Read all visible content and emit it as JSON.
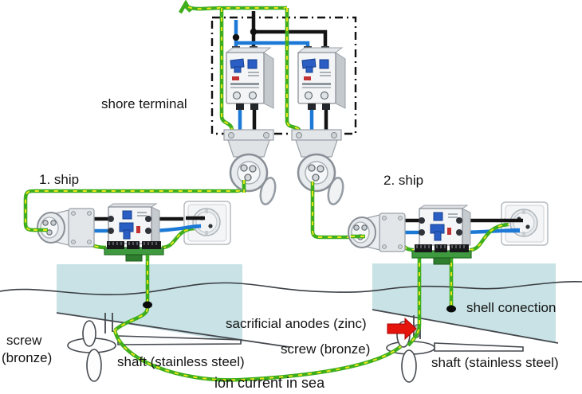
{
  "diagram": {
    "labels": {
      "shore_terminal": "shore terminal",
      "ship1": "1. ship",
      "ship2": "2. ship",
      "sacrificial_anodes": "sacrificial anodes (zinc)",
      "screw_left_line1": "screw",
      "screw_left_line2": "(bronze)",
      "shaft_left": "shaft (stainless steel)",
      "screw_right": "screw (bronze)",
      "shaft_right": "shaft (stainless steel)",
      "shell_connection": "shell conection",
      "ion_current": "ion current in sea"
    },
    "colors": {
      "ground_green": "#3fae1e",
      "ground_yellow": "#efe719",
      "neutral_blue": "#1c79d6",
      "live_black": "#141414",
      "hull_fill": "#c8e2e5",
      "arrow_red": "#e5150d",
      "toggle_blue": "#2a5ec4"
    }
  }
}
